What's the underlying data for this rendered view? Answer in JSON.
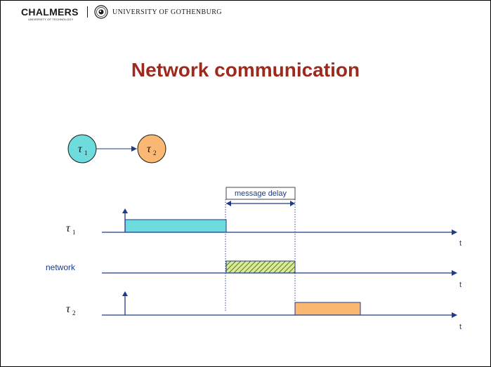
{
  "header": {
    "institution_1": "CHALMERS",
    "institution_1_sub": "UNIVERSITY OF TECHNOLOGY",
    "institution_2": "UNIVERSITY OF GOTHENBURG"
  },
  "slide": {
    "title": "Network communication"
  },
  "graph": {
    "node_1": {
      "symbol": "τ",
      "subscript": "1",
      "fill": "#6edcdc"
    },
    "node_2": {
      "symbol": "τ",
      "subscript": "2",
      "fill": "#fbb873"
    }
  },
  "timeline": {
    "rows": [
      {
        "label_symbol": "τ",
        "label_subscript": "1",
        "axis_label": "t",
        "bar_color": "#6edcdc"
      },
      {
        "label": "network",
        "axis_label": "t",
        "bar_color": "#a8c832"
      },
      {
        "label_symbol": "τ",
        "label_subscript": "2",
        "axis_label": "t",
        "bar_color": "#fbb873"
      }
    ],
    "annotation": "message delay"
  },
  "colors": {
    "title": "#9c2a1d",
    "line": "#1f3a8a",
    "label": "#1f3a8a"
  }
}
